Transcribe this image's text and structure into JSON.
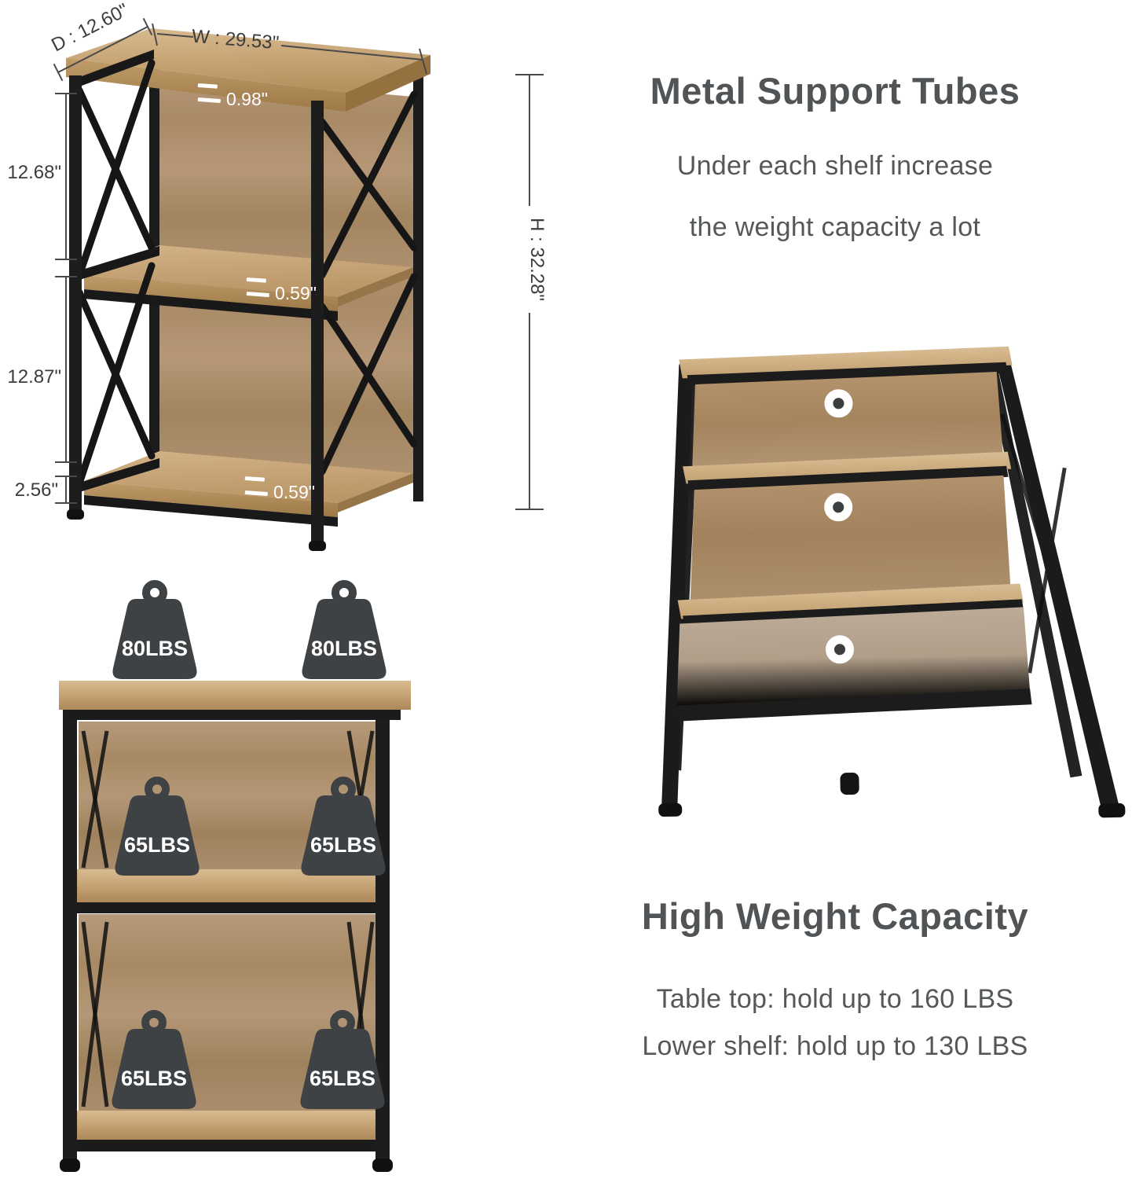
{
  "dimension_view": {
    "depth": "D : 12.60\"",
    "width": "W : 29.53\"",
    "height": "H : 32.28\"",
    "top_thickness": "0.98\"",
    "middle_shelf_thickness": "0.59\"",
    "bottom_shelf_thickness": "0.59\"",
    "upper_section": "12.68\"",
    "lower_section": "12.87\"",
    "ground_clearance": "2.56\""
  },
  "support_tubes": {
    "heading": "Metal Support Tubes",
    "line1": "Under each shelf increase",
    "line2": "the weight capacity a lot"
  },
  "capacity_view": {
    "weights": [
      "80LBS",
      "80LBS",
      "65LBS",
      "65LBS",
      "65LBS",
      "65LBS"
    ]
  },
  "capacity_text": {
    "heading": "High Weight Capacity",
    "line1": "Table top: hold up to 160 LBS",
    "line2": "Lower shelf: hold up to 130 LBS"
  },
  "colors": {
    "wood_light": "#cdab7d",
    "wood_medium": "#b19070",
    "metal_black": "#1d1d1d",
    "heading_gray": "#515456",
    "dimension_text": "#3c3c3c",
    "weight_icon": "#3e4245",
    "marker_white": "#ffffff"
  }
}
